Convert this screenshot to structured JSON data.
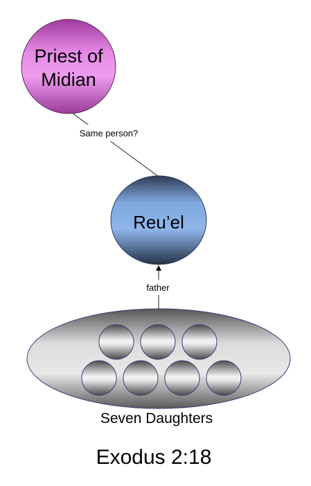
{
  "nodes": {
    "priest": {
      "line1": "Priest of",
      "line2": "Midian"
    },
    "reuel": {
      "label": "Reu’el"
    },
    "daughters": {
      "label": "Seven Daughters",
      "count": 7
    }
  },
  "edges": {
    "priest_reuel": {
      "label": "Same person?"
    },
    "daughters_reuel": {
      "label": "father"
    }
  },
  "reference": "Exodus 2:18",
  "colors": {
    "priest_fill": "#d96fd9",
    "reuel_fill": "#7fa8da",
    "daughters_fill": "#b8b8b8",
    "outline": "#3a3a7a"
  }
}
